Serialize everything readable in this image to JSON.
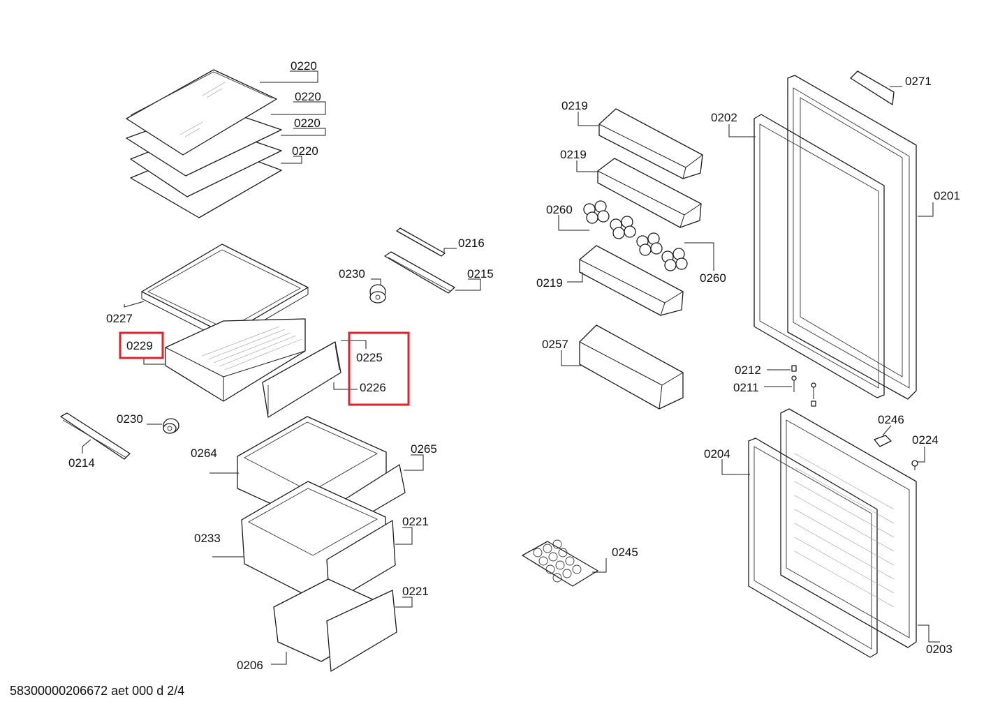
{
  "footer": {
    "document_code": "58300000206672 aet 000 d 2/4"
  },
  "highlight_color": "#e0222a",
  "labels": {
    "p0220a": "0220",
    "p0220b": "0220",
    "p0220c": "0220",
    "p0220d": "0220",
    "p0216": "0216",
    "p0230a": "0230",
    "p0215": "0215",
    "p0227": "0227",
    "p0229": "0229",
    "p0225": "0225",
    "p0226": "0226",
    "p0230b": "0230",
    "p0214": "0214",
    "p0264": "0264",
    "p0265": "0265",
    "p0233": "0233",
    "p0221a": "0221",
    "p0221b": "0221",
    "p0206": "0206",
    "p0219a": "0219",
    "p0219b": "0219",
    "p0260a": "0260",
    "p0260b": "0260",
    "p0219c": "0219",
    "p0257": "0257",
    "p0245": "0245",
    "p0271": "0271",
    "p0202": "0202",
    "p0201": "0201",
    "p0212": "0212",
    "p0211": "0211",
    "p0246": "0246",
    "p0224": "0224",
    "p0204": "0204",
    "p0203": "0203"
  }
}
